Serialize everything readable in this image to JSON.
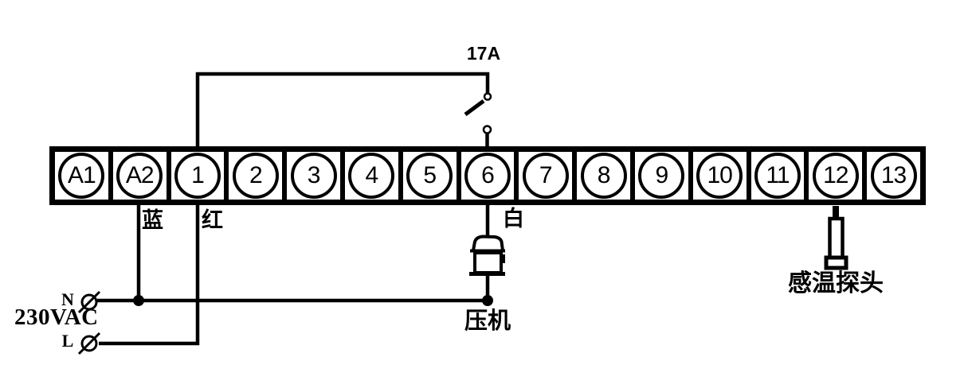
{
  "colors": {
    "line": "#000000",
    "background": "#ffffff"
  },
  "terminal_strip": {
    "terminals": [
      "A1",
      "A2",
      "1",
      "2",
      "3",
      "4",
      "5",
      "6",
      "7",
      "8",
      "9",
      "10",
      "11",
      "12",
      "13"
    ]
  },
  "labels": {
    "fuse_rating": "17A",
    "blue_wire": "蓝",
    "red_wire": "红",
    "white_wire": "白",
    "compressor": "压机",
    "temp_probe": "感温探头",
    "neutral": "N",
    "live": "L",
    "voltage": "230VAC"
  },
  "connections": {
    "neutral_to": "A2",
    "live_to": "1",
    "switch_between": [
      "1",
      "6"
    ],
    "compressor_between": [
      "6",
      "N"
    ],
    "probe_on": "12"
  }
}
